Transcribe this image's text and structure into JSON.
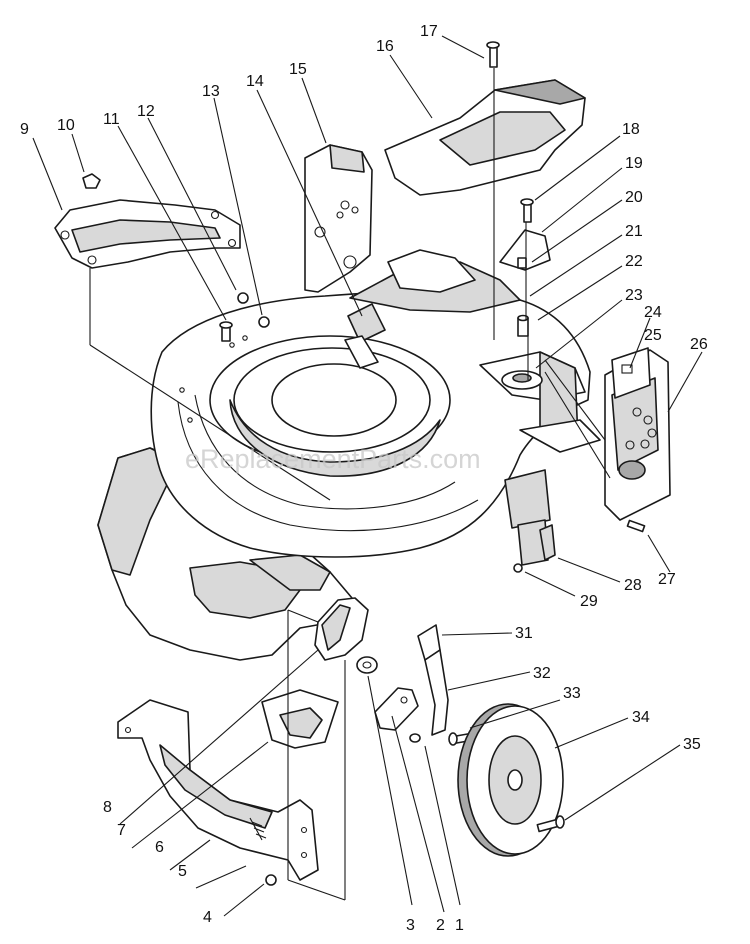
{
  "watermark": "eReplacementParts.com",
  "callouts": [
    "1",
    "2",
    "3",
    "4",
    "5",
    "6",
    "7",
    "8",
    "9",
    "10",
    "11",
    "12",
    "13",
    "14",
    "15",
    "16",
    "17",
    "18",
    "19",
    "20",
    "21",
    "22",
    "23",
    "24",
    "25",
    "26",
    "27",
    "28",
    "29",
    "31",
    "32",
    "33",
    "34",
    "35"
  ]
}
